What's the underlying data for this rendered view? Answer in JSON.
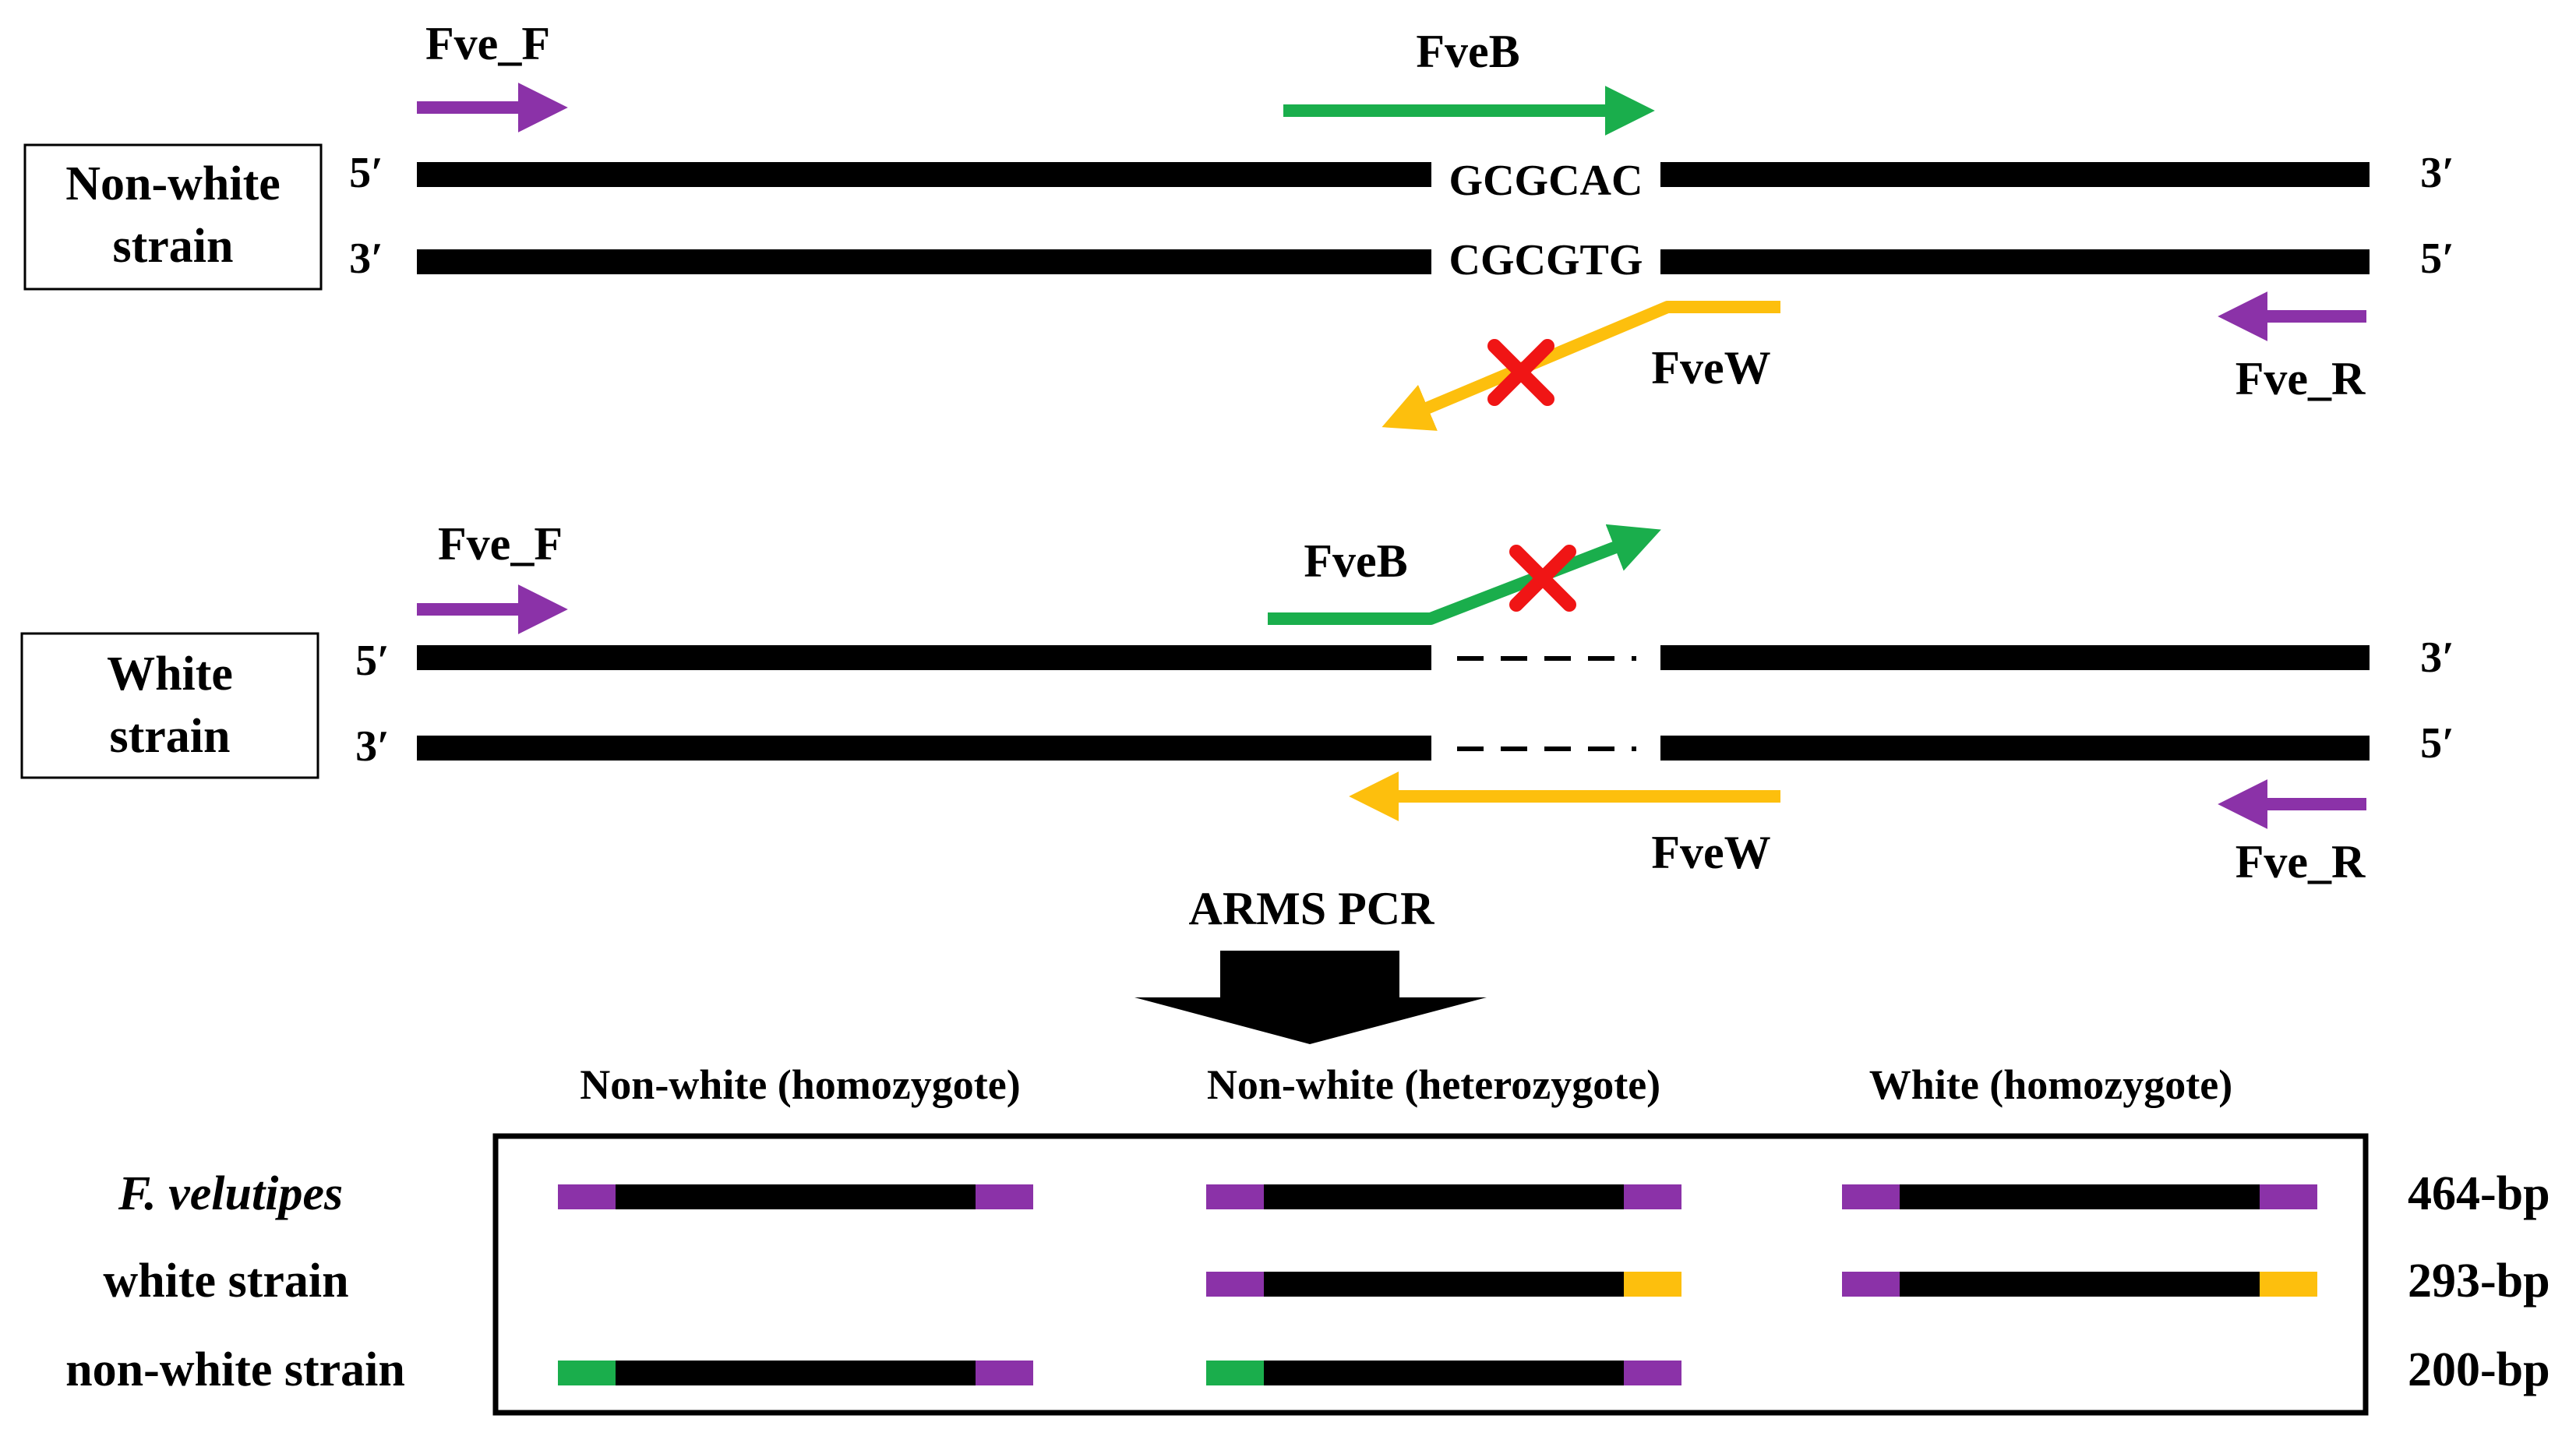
{
  "colors": {
    "purple": "#8b32a8",
    "green": "#1aae4c",
    "yellow": "#fdbf0d",
    "red": "#f01515",
    "black": "#000000"
  },
  "non_white": {
    "box_label": [
      "Non-white",
      "strain"
    ],
    "strand_top_5": "5′",
    "strand_top_3": "3′",
    "strand_bottom_3": "3′",
    "strand_bottom_5": "5′",
    "seq_top": "GCGCAC",
    "seq_bottom": "CGCGTG",
    "primer_fwd": "Fve_F",
    "primer_b": "FveB",
    "primer_w": "FveW",
    "primer_rev": "Fve_R"
  },
  "white": {
    "box_label": [
      "White",
      "strain"
    ],
    "strand_top_5": "5′",
    "strand_top_3": "3′",
    "strand_bottom_3": "3′",
    "strand_bottom_5": "5′",
    "primer_fwd": "Fve_F",
    "primer_b": "FveB",
    "primer_w": "FveW",
    "primer_rev": "Fve_R"
  },
  "method_label": "ARMS PCR",
  "result": {
    "columns": [
      "Non-white (homozygote)",
      "Non-white (heterozygote)",
      "White (homozygote)"
    ],
    "rows": [
      {
        "label": "F. velutipes",
        "size": "464-bp",
        "ends": [
          "purple",
          "purple"
        ],
        "present": [
          true,
          true,
          true
        ]
      },
      {
        "label": "white strain",
        "size": "293-bp",
        "ends": [
          "purple",
          "yellow"
        ],
        "present": [
          false,
          true,
          true
        ]
      },
      {
        "label": "non-white strain",
        "size": "200-bp",
        "ends": [
          "green",
          "purple"
        ],
        "present": [
          true,
          true,
          false
        ]
      }
    ]
  }
}
